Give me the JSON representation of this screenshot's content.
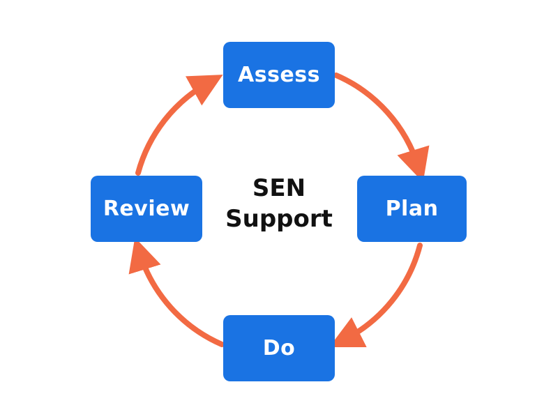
{
  "diagram": {
    "center_lines": [
      "SEN",
      "Support"
    ],
    "stages": [
      {
        "id": "assess",
        "label": "Assess"
      },
      {
        "id": "plan",
        "label": "Plan"
      },
      {
        "id": "do",
        "label": "Do"
      },
      {
        "id": "review",
        "label": "Review"
      }
    ],
    "colors": {
      "box": "#1a73e3",
      "box_text": "#ffffff",
      "arrow": "#f26a43",
      "center_text": "#111111",
      "background": "#ffffff"
    }
  }
}
